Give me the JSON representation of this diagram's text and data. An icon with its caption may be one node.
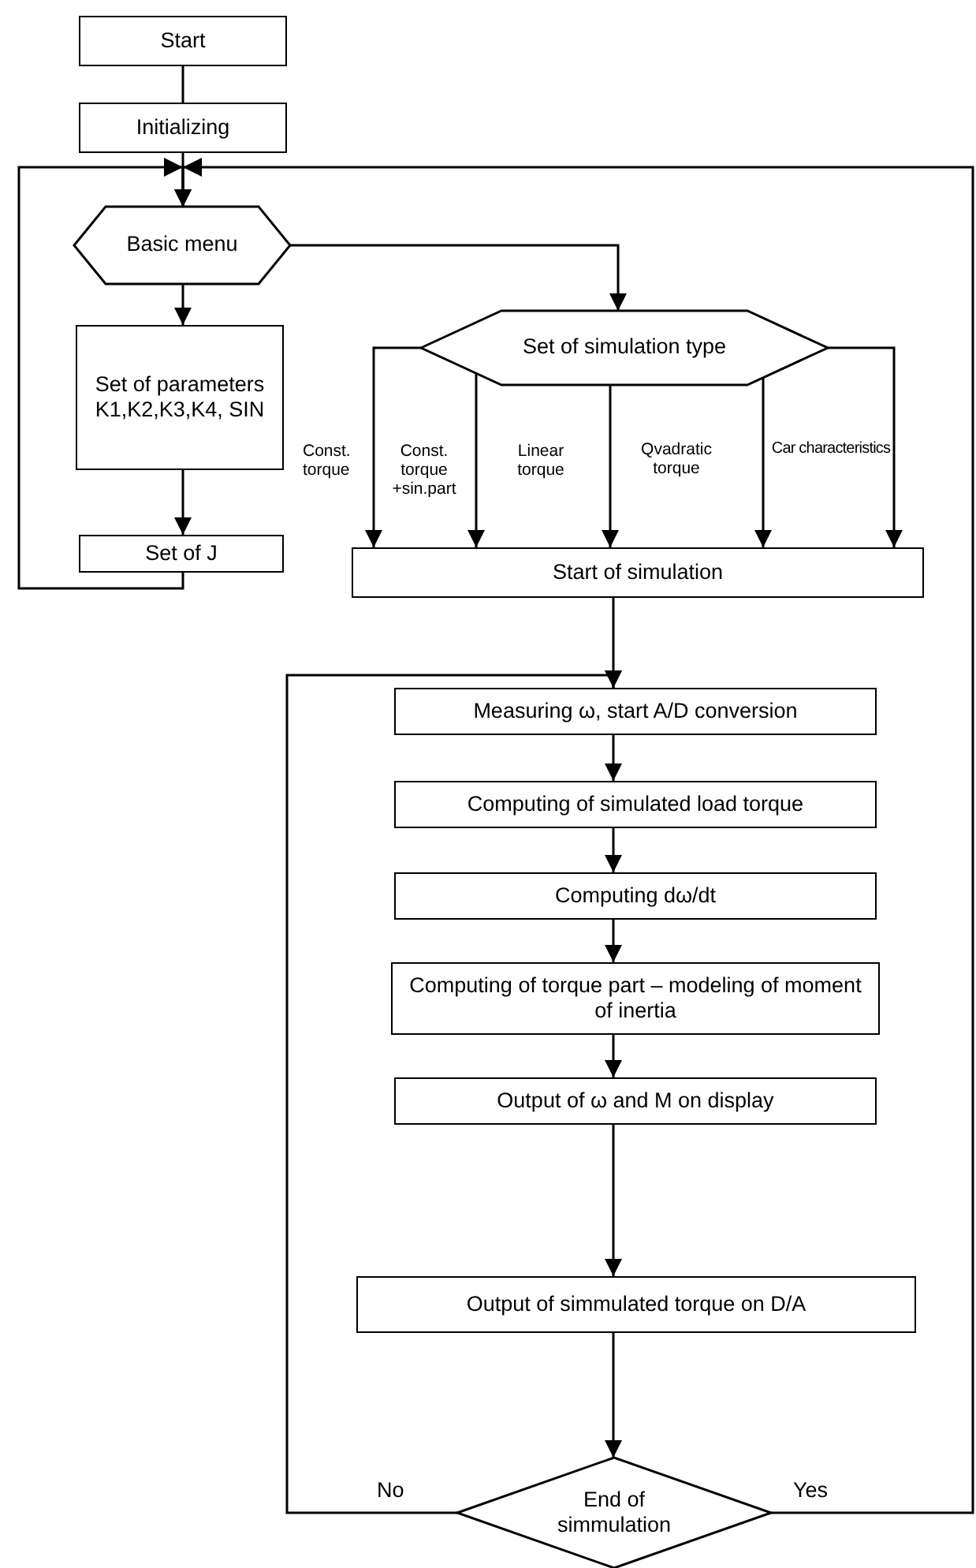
{
  "diagram": {
    "nodes": [
      {
        "text": [
          "Start"
        ]
      },
      {
        "text": [
          "Initializing"
        ]
      },
      {
        "text": [
          "Basic menu"
        ]
      },
      {
        "text": [
          "Set of parameters K1,K2,K3,K4, SIN"
        ]
      },
      {
        "text": [
          "Set of J"
        ]
      },
      {
        "text": [
          "Set of simulation type"
        ]
      },
      {
        "text": [
          "Start of simulation"
        ]
      },
      {
        "text": [
          "Measuring ω, start A/D conversion"
        ]
      },
      {
        "text": [
          "Computing of simulated load torque"
        ]
      },
      {
        "text": [
          "Computing dω/dt"
        ]
      },
      {
        "text": [
          "Computing of torque part – modeling of moment of inertia"
        ]
      },
      {
        "text": [
          "Output of ω and M on display"
        ]
      },
      {
        "text": [
          "Output of simmulated torque on D/A"
        ]
      },
      {
        "text": [
          "End of simmulation"
        ]
      }
    ],
    "edges": [
      {
        "from": 0,
        "to": 1,
        "arrow": "none"
      },
      {
        "from": 1,
        "to": 2,
        "arrow": "to"
      },
      {
        "from": 2,
        "to": 3,
        "arrow": "to"
      },
      {
        "from": 3,
        "to": 4,
        "arrow": "to"
      },
      {
        "from": 4,
        "to": 2,
        "arrow": "to"
      },
      {
        "from": 2,
        "to": 5,
        "arrow": "to"
      },
      {
        "from": 5,
        "to": 6,
        "arrow": "to",
        "label": "Const. torque"
      },
      {
        "from": 5,
        "to": 6,
        "arrow": "to",
        "label": "Const. torque +sin.part"
      },
      {
        "from": 5,
        "to": 6,
        "arrow": "to",
        "label": "Linear torque"
      },
      {
        "from": 5,
        "to": 6,
        "arrow": "to",
        "label": "Qvadratic torque"
      },
      {
        "from": 5,
        "to": 6,
        "arrow": "to",
        "label": "Car characteristics"
      },
      {
        "from": 6,
        "to": 7,
        "arrow": "to"
      },
      {
        "from": 7,
        "to": 8,
        "arrow": "to"
      },
      {
        "from": 8,
        "to": 9,
        "arrow": "to"
      },
      {
        "from": 9,
        "to": 10,
        "arrow": "to"
      },
      {
        "from": 10,
        "to": 11,
        "arrow": "to"
      },
      {
        "from": 11,
        "to": 12,
        "arrow": "to"
      },
      {
        "from": 12,
        "to": 13,
        "arrow": "to"
      },
      {
        "from": 13,
        "to": 7,
        "arrow": "to",
        "label": "No"
      },
      {
        "from": 13,
        "to": 2,
        "arrow": "to",
        "label": "Yes"
      }
    ]
  }
}
